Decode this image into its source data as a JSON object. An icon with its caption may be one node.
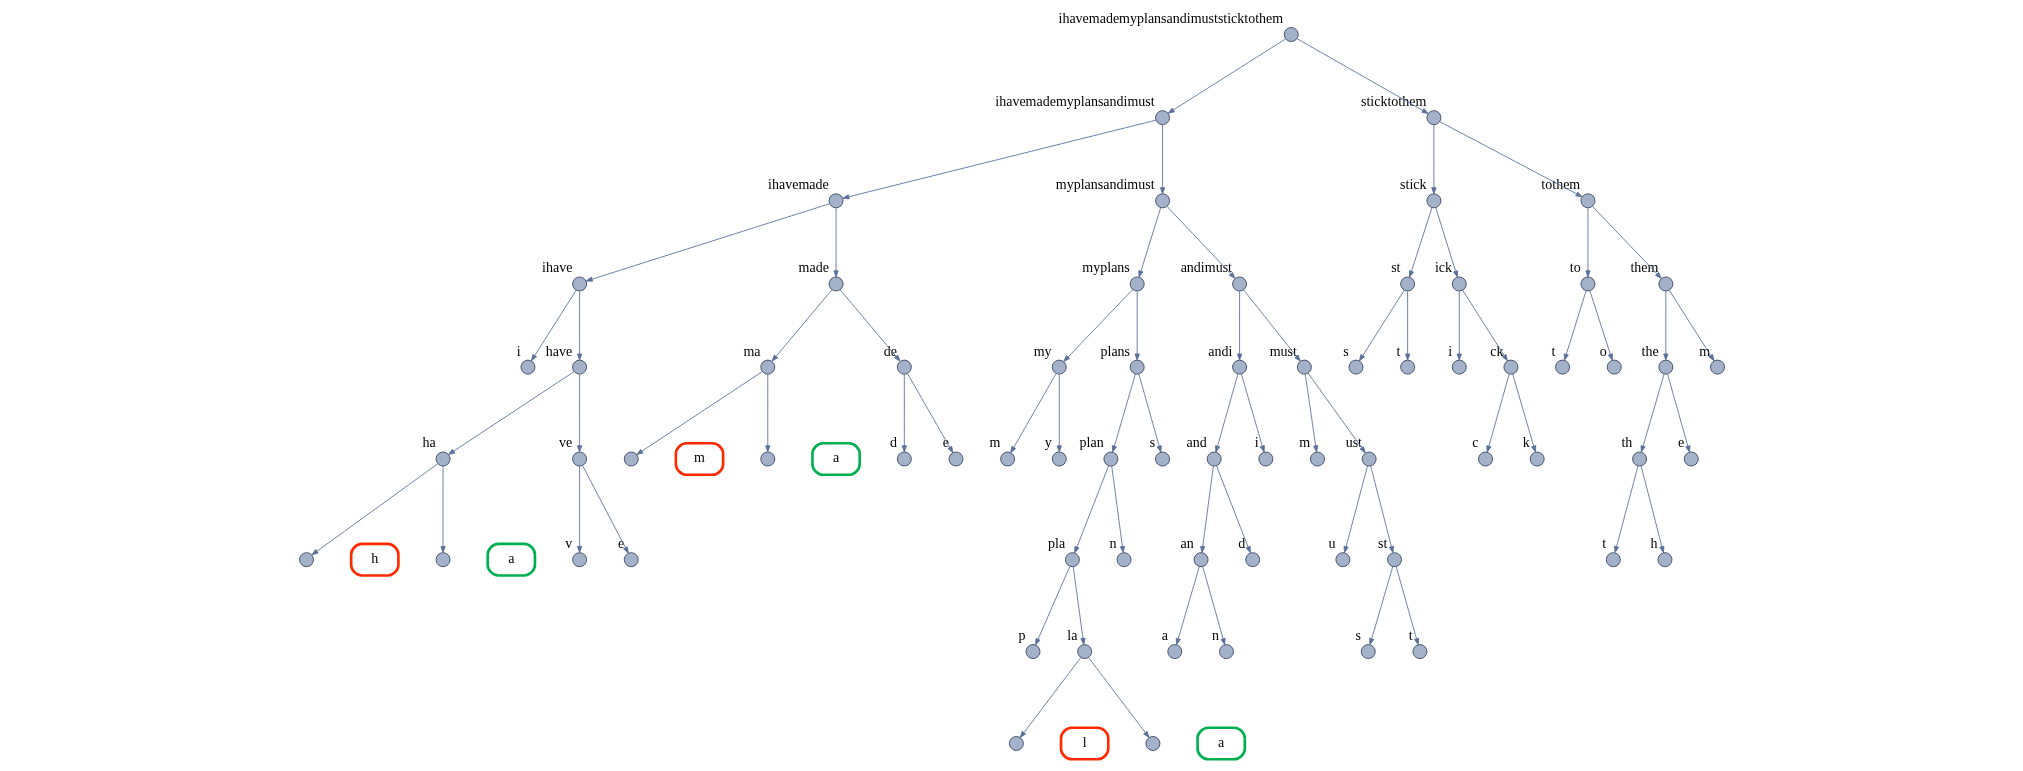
{
  "diagram": {
    "nodes": [
      {
        "text": [],
        "shape": "circle",
        "beside": [
          "ihavemademyplansandimuststicktothem"
        ]
      },
      {
        "text": [],
        "shape": "circle",
        "beside": [
          "ihavemademyplansandimust"
        ]
      },
      {
        "text": [],
        "shape": "circle",
        "beside": [
          "ihavemade"
        ]
      },
      {
        "text": [],
        "shape": "circle",
        "beside": [
          "ihave"
        ]
      },
      {
        "text": [],
        "shape": "circle",
        "beside": [
          "i"
        ]
      },
      {
        "text": [],
        "shape": "circle",
        "beside": [
          "have"
        ]
      },
      {
        "text": [],
        "shape": "circle",
        "beside": [
          "ha"
        ]
      },
      {
        "text": [
          "h"
        ]
      },
      {
        "text": [],
        "shape": "circle"
      },
      {
        "text": [
          "a"
        ]
      },
      {
        "text": [],
        "shape": "circle"
      },
      {
        "text": [],
        "shape": "circle",
        "beside": [
          "ve"
        ]
      },
      {
        "text": [],
        "shape": "circle",
        "beside": [
          "v"
        ]
      },
      {
        "text": [],
        "shape": "circle",
        "beside": [
          "e"
        ]
      },
      {
        "text": [],
        "shape": "circle",
        "beside": [
          "made"
        ]
      },
      {
        "text": [],
        "shape": "circle",
        "beside": [
          "ma"
        ]
      },
      {
        "text": [
          "m"
        ]
      },
      {
        "text": [],
        "shape": "circle"
      },
      {
        "text": [
          "a"
        ]
      },
      {
        "text": [],
        "shape": "circle"
      },
      {
        "text": [],
        "shape": "circle",
        "beside": [
          "de"
        ]
      },
      {
        "text": [],
        "shape": "circle",
        "beside": [
          "d"
        ]
      },
      {
        "text": [],
        "shape": "circle",
        "beside": [
          "e"
        ]
      },
      {
        "text": [],
        "shape": "circle",
        "beside": [
          "myplansandimust"
        ]
      },
      {
        "text": [],
        "shape": "circle",
        "beside": [
          "myplans"
        ]
      },
      {
        "text": [],
        "shape": "circle",
        "beside": [
          "my"
        ]
      },
      {
        "text": [],
        "shape": "circle",
        "beside": [
          "m"
        ]
      },
      {
        "text": [],
        "shape": "circle",
        "beside": [
          "y"
        ]
      },
      {
        "text": [],
        "shape": "circle",
        "beside": [
          "plans"
        ]
      },
      {
        "text": [],
        "shape": "circle",
        "beside": [
          "plan"
        ]
      },
      {
        "text": [],
        "shape": "circle",
        "beside": [
          "pla"
        ]
      },
      {
        "text": [],
        "shape": "circle",
        "beside": [
          "p"
        ]
      },
      {
        "text": [],
        "shape": "circle",
        "beside": [
          "la"
        ]
      },
      {
        "text": [
          "l"
        ]
      },
      {
        "text": [],
        "shape": "circle"
      },
      {
        "text": [
          "a"
        ]
      },
      {
        "text": [],
        "shape": "circle"
      },
      {
        "text": [],
        "shape": "circle",
        "beside": [
          "n"
        ]
      },
      {
        "text": [],
        "shape": "circle",
        "beside": [
          "s"
        ]
      },
      {
        "text": [],
        "shape": "circle",
        "beside": [
          "andimust"
        ]
      },
      {
        "text": [],
        "shape": "circle",
        "beside": [
          "andi"
        ]
      },
      {
        "text": [],
        "shape": "circle",
        "beside": [
          "and"
        ]
      },
      {
        "text": [],
        "shape": "circle",
        "beside": [
          "an"
        ]
      },
      {
        "text": [],
        "shape": "circle",
        "beside": [
          "a"
        ]
      },
      {
        "text": [],
        "shape": "circle",
        "beside": [
          "n"
        ]
      },
      {
        "text": [],
        "shape": "circle",
        "beside": [
          "d"
        ]
      },
      {
        "text": [],
        "shape": "circle",
        "beside": [
          "i"
        ]
      },
      {
        "text": [],
        "shape": "circle",
        "beside": [
          "must"
        ]
      },
      {
        "text": [],
        "shape": "circle",
        "beside": [
          "m"
        ]
      },
      {
        "text": [],
        "shape": "circle",
        "beside": [
          "ust"
        ]
      },
      {
        "text": [],
        "shape": "circle",
        "beside": [
          "u"
        ]
      },
      {
        "text": [],
        "shape": "circle",
        "beside": [
          "st"
        ]
      },
      {
        "text": [],
        "shape": "circle",
        "beside": [
          "s"
        ]
      },
      {
        "text": [],
        "shape": "circle",
        "beside": [
          "t"
        ]
      },
      {
        "text": [],
        "shape": "circle",
        "beside": [
          "sticktothem"
        ]
      },
      {
        "text": [],
        "shape": "circle",
        "beside": [
          "stick"
        ]
      },
      {
        "text": [],
        "shape": "circle",
        "beside": [
          "st"
        ]
      },
      {
        "text": [],
        "shape": "circle",
        "beside": [
          "s"
        ]
      },
      {
        "text": [],
        "shape": "circle",
        "beside": [
          "t"
        ]
      },
      {
        "text": [],
        "shape": "circle",
        "beside": [
          "ick"
        ]
      },
      {
        "text": [],
        "shape": "circle",
        "beside": [
          "i"
        ]
      },
      {
        "text": [],
        "shape": "circle",
        "beside": [
          "ck"
        ]
      },
      {
        "text": [],
        "shape": "circle",
        "beside": [
          "c"
        ]
      },
      {
        "text": [],
        "shape": "circle",
        "beside": [
          "k"
        ]
      },
      {
        "text": [],
        "shape": "circle",
        "beside": [
          "tothem"
        ]
      },
      {
        "text": [],
        "shape": "circle",
        "beside": [
          "to"
        ]
      },
      {
        "text": [],
        "shape": "circle",
        "beside": [
          "t"
        ]
      },
      {
        "text": [],
        "shape": "circle",
        "beside": [
          "o"
        ]
      },
      {
        "text": [],
        "shape": "circle",
        "beside": [
          "them"
        ]
      },
      {
        "text": [],
        "shape": "circle",
        "beside": [
          "the"
        ]
      },
      {
        "text": [],
        "shape": "circle",
        "beside": [
          "th"
        ]
      },
      {
        "text": [],
        "shape": "circle",
        "beside": [
          "t"
        ]
      },
      {
        "text": [],
        "shape": "circle",
        "beside": [
          "h"
        ]
      },
      {
        "text": [],
        "shape": "circle",
        "beside": [
          "e"
        ]
      },
      {
        "text": [],
        "shape": "circle",
        "beside": [
          "m"
        ]
      }
    ],
    "edges": [
      {
        "from": 0,
        "to": 1,
        "arrow": "to"
      },
      {
        "from": 1,
        "to": 2,
        "arrow": "to"
      },
      {
        "from": 2,
        "to": 3,
        "arrow": "to"
      },
      {
        "from": 3,
        "to": 4,
        "arrow": "to"
      },
      {
        "from": 3,
        "to": 5,
        "arrow": "to"
      },
      {
        "from": 5,
        "to": 6,
        "arrow": "to"
      },
      {
        "from": 6,
        "to": 8,
        "arrow": "to"
      },
      {
        "from": 6,
        "to": 10,
        "arrow": "to"
      },
      {
        "from": 5,
        "to": 11,
        "arrow": "to"
      },
      {
        "from": 11,
        "to": 12,
        "arrow": "to"
      },
      {
        "from": 11,
        "to": 13,
        "arrow": "to"
      },
      {
        "from": 2,
        "to": 14,
        "arrow": "to"
      },
      {
        "from": 14,
        "to": 15,
        "arrow": "to"
      },
      {
        "from": 15,
        "to": 17,
        "arrow": "to"
      },
      {
        "from": 15,
        "to": 19,
        "arrow": "to"
      },
      {
        "from": 14,
        "to": 20,
        "arrow": "to"
      },
      {
        "from": 20,
        "to": 21,
        "arrow": "to"
      },
      {
        "from": 20,
        "to": 22,
        "arrow": "to"
      },
      {
        "from": 1,
        "to": 23,
        "arrow": "to"
      },
      {
        "from": 23,
        "to": 24,
        "arrow": "to"
      },
      {
        "from": 24,
        "to": 25,
        "arrow": "to"
      },
      {
        "from": 25,
        "to": 26,
        "arrow": "to"
      },
      {
        "from": 25,
        "to": 27,
        "arrow": "to"
      },
      {
        "from": 24,
        "to": 28,
        "arrow": "to"
      },
      {
        "from": 28,
        "to": 29,
        "arrow": "to"
      },
      {
        "from": 29,
        "to": 30,
        "arrow": "to"
      },
      {
        "from": 30,
        "to": 31,
        "arrow": "to"
      },
      {
        "from": 30,
        "to": 32,
        "arrow": "to"
      },
      {
        "from": 32,
        "to": 34,
        "arrow": "to"
      },
      {
        "from": 32,
        "to": 36,
        "arrow": "to"
      },
      {
        "from": 29,
        "to": 37,
        "arrow": "to"
      },
      {
        "from": 28,
        "to": 38,
        "arrow": "to"
      },
      {
        "from": 23,
        "to": 39,
        "arrow": "to"
      },
      {
        "from": 39,
        "to": 40,
        "arrow": "to"
      },
      {
        "from": 40,
        "to": 41,
        "arrow": "to"
      },
      {
        "from": 41,
        "to": 42,
        "arrow": "to"
      },
      {
        "from": 42,
        "to": 43,
        "arrow": "to"
      },
      {
        "from": 42,
        "to": 44,
        "arrow": "to"
      },
      {
        "from": 41,
        "to": 45,
        "arrow": "to"
      },
      {
        "from": 40,
        "to": 46,
        "arrow": "to"
      },
      {
        "from": 39,
        "to": 47,
        "arrow": "to"
      },
      {
        "from": 47,
        "to": 48,
        "arrow": "to"
      },
      {
        "from": 47,
        "to": 49,
        "arrow": "to"
      },
      {
        "from": 49,
        "to": 50,
        "arrow": "to"
      },
      {
        "from": 49,
        "to": 51,
        "arrow": "to"
      },
      {
        "from": 51,
        "to": 52,
        "arrow": "to"
      },
      {
        "from": 51,
        "to": 53,
        "arrow": "to"
      },
      {
        "from": 0,
        "to": 54,
        "arrow": "to"
      },
      {
        "from": 54,
        "to": 55,
        "arrow": "to"
      },
      {
        "from": 55,
        "to": 56,
        "arrow": "to"
      },
      {
        "from": 56,
        "to": 57,
        "arrow": "to"
      },
      {
        "from": 56,
        "to": 58,
        "arrow": "to"
      },
      {
        "from": 55,
        "to": 59,
        "arrow": "to"
      },
      {
        "from": 59,
        "to": 60,
        "arrow": "to"
      },
      {
        "from": 59,
        "to": 61,
        "arrow": "to"
      },
      {
        "from": 61,
        "to": 62,
        "arrow": "to"
      },
      {
        "from": 61,
        "to": 63,
        "arrow": "to"
      },
      {
        "from": 54,
        "to": 64,
        "arrow": "to"
      },
      {
        "from": 64,
        "to": 65,
        "arrow": "to"
      },
      {
        "from": 65,
        "to": 66,
        "arrow": "to"
      },
      {
        "from": 65,
        "to": 67,
        "arrow": "to"
      },
      {
        "from": 64,
        "to": 68,
        "arrow": "to"
      },
      {
        "from": 68,
        "to": 69,
        "arrow": "to"
      },
      {
        "from": 69,
        "to": 70,
        "arrow": "to"
      },
      {
        "from": 70,
        "to": 71,
        "arrow": "to"
      },
      {
        "from": 70,
        "to": 72,
        "arrow": "to"
      },
      {
        "from": 69,
        "to": 73,
        "arrow": "to"
      },
      {
        "from": 68,
        "to": 74,
        "arrow": "to"
      }
    ]
  }
}
